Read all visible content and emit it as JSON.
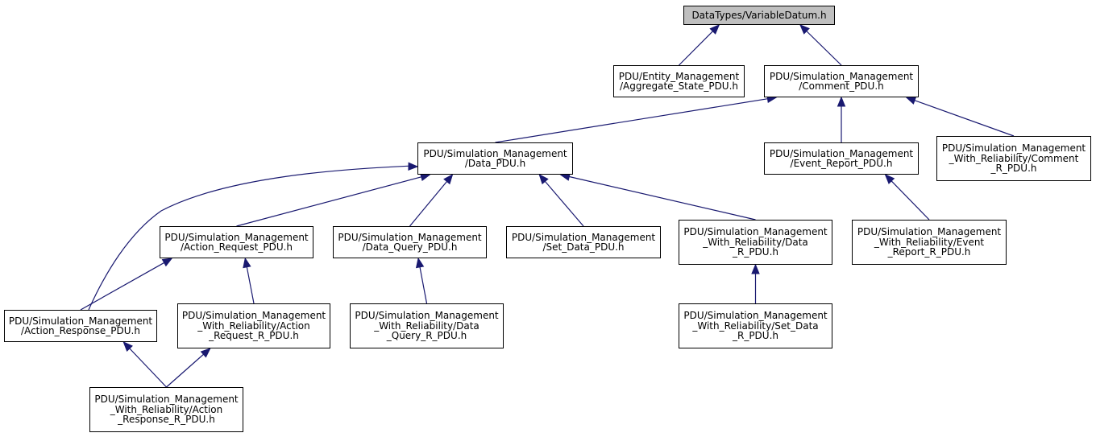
{
  "colors": {
    "edge": "#191970",
    "node_border": "#000000",
    "root_fill": "#bfbfbf",
    "node_fill": "#ffffff"
  },
  "nodes": [
    {
      "id": "n0",
      "name": "node-variable-datum",
      "root": true,
      "lines": [
        "DataTypes/VariableDatum.h"
      ]
    },
    {
      "id": "n1",
      "name": "node-aggregate-state-pdu",
      "root": false,
      "lines": [
        "PDU/Entity_Management",
        "/Aggregate_State_PDU.h"
      ]
    },
    {
      "id": "n2",
      "name": "node-comment-pdu",
      "root": false,
      "lines": [
        "PDU/Simulation_Management",
        "/Comment_PDU.h"
      ]
    },
    {
      "id": "n3",
      "name": "node-data-pdu",
      "root": false,
      "lines": [
        "PDU/Simulation_Management",
        "/Data_PDU.h"
      ]
    },
    {
      "id": "n4",
      "name": "node-event-report-pdu",
      "root": false,
      "lines": [
        "PDU/Simulation_Management",
        "/Event_Report_PDU.h"
      ]
    },
    {
      "id": "n5",
      "name": "node-comment-r-pdu",
      "root": false,
      "lines": [
        "PDU/Simulation_Management",
        "_With_Reliability/Comment",
        "_R_PDU.h"
      ]
    },
    {
      "id": "n6",
      "name": "node-action-request-pdu",
      "root": false,
      "lines": [
        "PDU/Simulation_Management",
        "/Action_Request_PDU.h"
      ]
    },
    {
      "id": "n7",
      "name": "node-data-query-pdu",
      "root": false,
      "lines": [
        "PDU/Simulation_Management",
        "/Data_Query_PDU.h"
      ]
    },
    {
      "id": "n8",
      "name": "node-set-data-pdu",
      "root": false,
      "lines": [
        "PDU/Simulation_Management",
        "/Set_Data_PDU.h"
      ]
    },
    {
      "id": "n9",
      "name": "node-data-r-pdu",
      "root": false,
      "lines": [
        "PDU/Simulation_Management",
        "_With_Reliability/Data",
        "_R_PDU.h"
      ]
    },
    {
      "id": "n10",
      "name": "node-event-report-r-pdu",
      "root": false,
      "lines": [
        "PDU/Simulation_Management",
        "_With_Reliability/Event",
        "_Report_R_PDU.h"
      ]
    },
    {
      "id": "n11",
      "name": "node-action-response-pdu",
      "root": false,
      "lines": [
        "PDU/Simulation_Management",
        "/Action_Response_PDU.h"
      ]
    },
    {
      "id": "n12",
      "name": "node-action-request-r-pdu",
      "root": false,
      "lines": [
        "PDU/Simulation_Management",
        "_With_Reliability/Action",
        "_Request_R_PDU.h"
      ]
    },
    {
      "id": "n13",
      "name": "node-data-query-r-pdu",
      "root": false,
      "lines": [
        "PDU/Simulation_Management",
        "_With_Reliability/Data",
        "_Query_R_PDU.h"
      ]
    },
    {
      "id": "n14",
      "name": "node-set-data-r-pdu",
      "root": false,
      "lines": [
        "PDU/Simulation_Management",
        "_With_Reliability/Set_Data",
        "_R_PDU.h"
      ]
    },
    {
      "id": "n15",
      "name": "node-action-response-r-pdu",
      "root": false,
      "lines": [
        "PDU/Simulation_Management",
        "_With_Reliability/Action",
        "_Response_R_PDU.h"
      ]
    }
  ],
  "edges": [
    {
      "from": "n1",
      "to": "n0"
    },
    {
      "from": "n2",
      "to": "n0"
    },
    {
      "from": "n3",
      "to": "n2"
    },
    {
      "from": "n4",
      "to": "n2"
    },
    {
      "from": "n5",
      "to": "n2"
    },
    {
      "from": "n6",
      "to": "n3"
    },
    {
      "from": "n7",
      "to": "n3"
    },
    {
      "from": "n8",
      "to": "n3"
    },
    {
      "from": "n9",
      "to": "n3"
    },
    {
      "from": "n11",
      "to": "n3"
    },
    {
      "from": "n10",
      "to": "n4"
    },
    {
      "from": "n11",
      "to": "n6"
    },
    {
      "from": "n12",
      "to": "n6"
    },
    {
      "from": "n13",
      "to": "n7"
    },
    {
      "from": "n14",
      "to": "n9"
    },
    {
      "from": "n15",
      "to": "n11"
    },
    {
      "from": "n15",
      "to": "n12"
    }
  ]
}
